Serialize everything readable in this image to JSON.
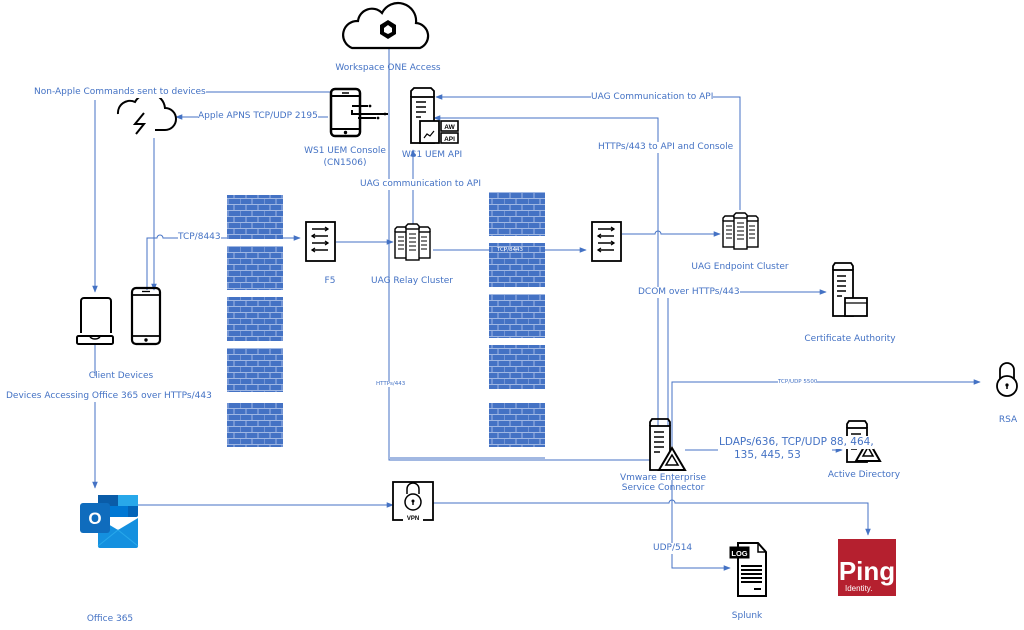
{
  "diagram": {
    "nodes": {
      "workspace_one_access": {
        "label": "Workspace ONE Access",
        "icon": "cloud-icon"
      },
      "apns": {
        "label": "",
        "icon": "cloud-lightning-icon"
      },
      "ws1_uem_console": {
        "label_line1": "WS1 UEM Console",
        "label_line2": "(CN1506)",
        "icon": "mobile-device-icon"
      },
      "ws1_uem_api": {
        "label": "WS1 UEM API",
        "icon": "api-server-icon",
        "badge_top": "AW",
        "badge_bottom": "API"
      },
      "f5_left": {
        "label": "F5",
        "icon": "load-balancer-icon"
      },
      "f5_right": {
        "label": "",
        "icon": "load-balancer-icon"
      },
      "uag_relay_cluster": {
        "label": "UAG Relay Cluster",
        "icon": "server-cluster-icon"
      },
      "uag_endpoint_cluster": {
        "label": "UAG Endpoint Cluster",
        "icon": "server-cluster-icon"
      },
      "certificate_authority": {
        "label": "Certificate Authority",
        "icon": "certificate-server-icon"
      },
      "client_devices": {
        "label": "Client Devices",
        "icon": "devices-icon"
      },
      "rsa": {
        "label": "RSA",
        "icon": "lock-icon"
      },
      "esc": {
        "label_line1": "Vmware Enterprise",
        "label_line2": "Service Connector",
        "icon": "connector-server-icon"
      },
      "active_directory": {
        "label": "Active Directory",
        "icon": "directory-server-icon"
      },
      "office365": {
        "label": "Office 365",
        "icon": "outlook-icon",
        "letter": "O"
      },
      "vpn": {
        "label": "VPN",
        "icon": "vpn-lock-icon"
      },
      "splunk": {
        "label": "Splunk",
        "icon": "log-file-icon",
        "badge": "LOG"
      },
      "ping": {
        "label": "",
        "icon": "ping-identity-logo",
        "brand_main": "Ping",
        "brand_sub": "Identity."
      }
    },
    "connections": {
      "non_apple": "Non-Apple Commands sent to devices",
      "apns": "Apple APNS TCP/UDP 2195",
      "uag_comm_api_top": "UAG Communication to API",
      "https_api_console": "HTTPs/443 to API and Console",
      "uag_comm_api": "UAG communication to API",
      "tcp_8443": "TCP/8443",
      "tcp_8443_b": "TCP/8443",
      "dcom": "DCOM over HTTPs/443",
      "https_443": "HTTPs/443",
      "tcp_udp_5500": "TCP/UDP 5500",
      "office_access": "Devices Accessing Office 365 over HTTPs/443",
      "ldaps_line1": "LDAPs/636, TCP/UDP 88, 464,",
      "ldaps_line2": "135, 445, 53",
      "udp_514": "UDP/514"
    },
    "colors": {
      "line": "#4472c4",
      "firewall": "#4472c4",
      "icon": "#000000",
      "ping": "#b5202f",
      "outlook_dark": "#0a5ca8",
      "outlook_light": "#28a8ea"
    }
  }
}
